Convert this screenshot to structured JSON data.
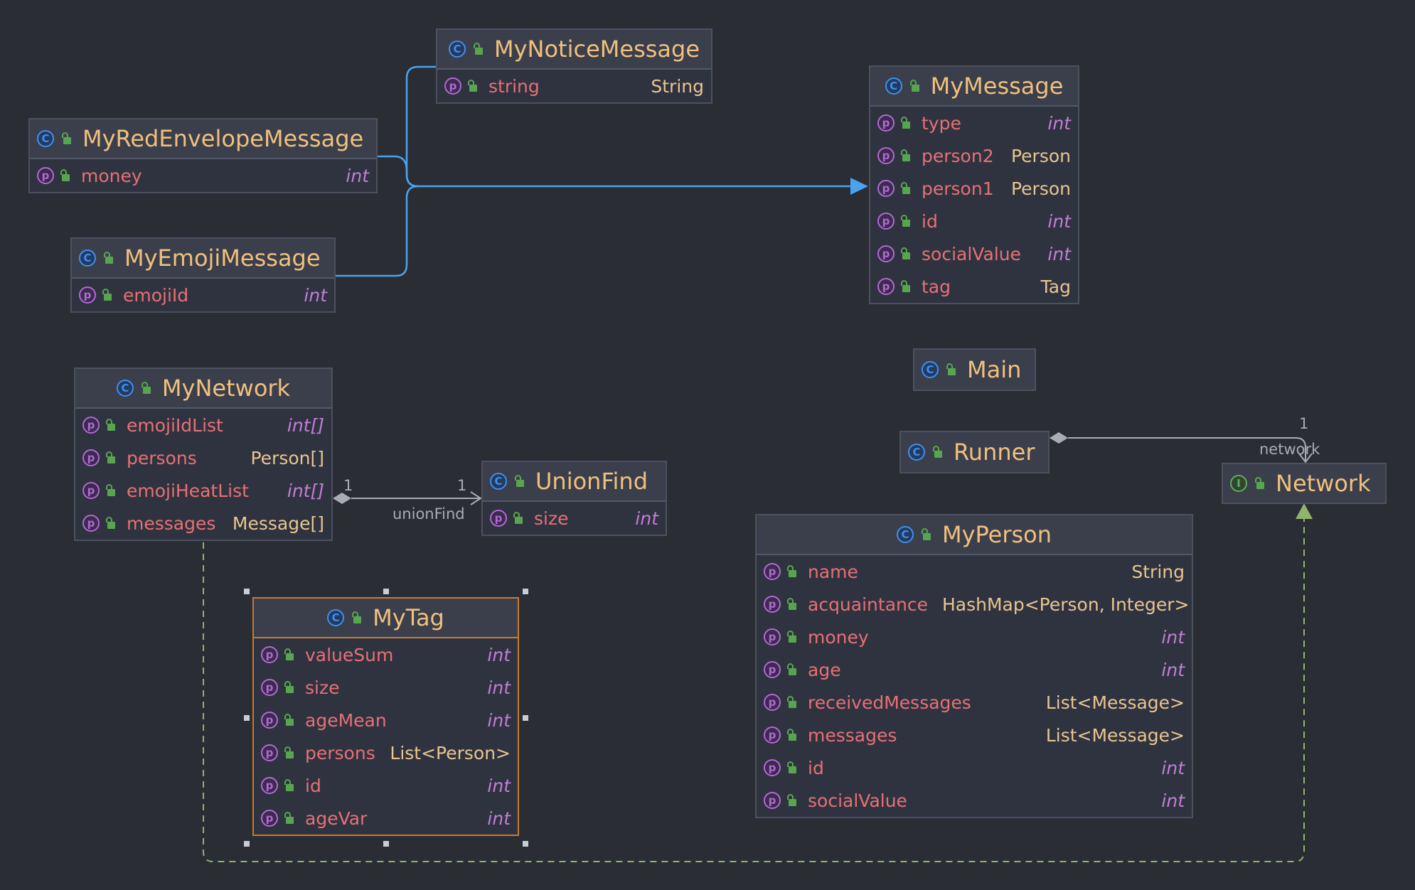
{
  "diagram": {
    "classes": [
      {
        "id": "MyNoticeMessage",
        "name": "MyNoticeMessage",
        "kind": "C",
        "fields": [
          {
            "name": "string",
            "type": "String"
          }
        ]
      },
      {
        "id": "MyMessage",
        "name": "MyMessage",
        "kind": "C",
        "fields": [
          {
            "name": "type",
            "type": "int"
          },
          {
            "name": "person2",
            "type": "Person"
          },
          {
            "name": "person1",
            "type": "Person"
          },
          {
            "name": "id",
            "type": "int"
          },
          {
            "name": "socialValue",
            "type": "int"
          },
          {
            "name": "tag",
            "type": "Tag"
          }
        ]
      },
      {
        "id": "MyRedEnvelopeMessage",
        "name": "MyRedEnvelopeMessage",
        "kind": "C",
        "fields": [
          {
            "name": "money",
            "type": "int"
          }
        ]
      },
      {
        "id": "MyEmojiMessage",
        "name": "MyEmojiMessage",
        "kind": "C",
        "fields": [
          {
            "name": "emojiId",
            "type": "int"
          }
        ]
      },
      {
        "id": "Main",
        "name": "Main",
        "kind": "C",
        "fields": []
      },
      {
        "id": "MyNetwork",
        "name": "MyNetwork",
        "kind": "C",
        "fields": [
          {
            "name": "emojiIdList",
            "type": "int[]"
          },
          {
            "name": "persons",
            "type": "Person[]"
          },
          {
            "name": "emojiHeatList",
            "type": "int[]"
          },
          {
            "name": "messages",
            "type": "Message[]"
          }
        ]
      },
      {
        "id": "Runner",
        "name": "Runner",
        "kind": "C",
        "fields": []
      },
      {
        "id": "UnionFind",
        "name": "UnionFind",
        "kind": "C",
        "fields": [
          {
            "name": "size",
            "type": "int"
          }
        ]
      },
      {
        "id": "Network",
        "name": "Network",
        "kind": "I",
        "fields": []
      },
      {
        "id": "MyPerson",
        "name": "MyPerson",
        "kind": "C",
        "fields": [
          {
            "name": "name",
            "type": "String"
          },
          {
            "name": "acquaintance",
            "type": "HashMap<Person, Integer>"
          },
          {
            "name": "money",
            "type": "int"
          },
          {
            "name": "age",
            "type": "int"
          },
          {
            "name": "receivedMessages",
            "type": "List<Message>"
          },
          {
            "name": "messages",
            "type": "List<Message>"
          },
          {
            "name": "id",
            "type": "int"
          },
          {
            "name": "socialValue",
            "type": "int"
          }
        ]
      },
      {
        "id": "MyTag",
        "name": "MyTag",
        "kind": "C",
        "fields": [
          {
            "name": "valueSum",
            "type": "int"
          },
          {
            "name": "size",
            "type": "int"
          },
          {
            "name": "ageMean",
            "type": "int"
          },
          {
            "name": "persons",
            "type": "List<Person>"
          },
          {
            "name": "id",
            "type": "int"
          },
          {
            "name": "ageVar",
            "type": "int"
          }
        ]
      }
    ],
    "edge_labels": {
      "mynetwork_mult": "1",
      "unionfind_mult": "1",
      "unionfind_role": "unionFind",
      "network_mult": "1",
      "network_role": "network"
    },
    "colors": {
      "background": "#2b2d35",
      "class_name": "#f0c07d",
      "field_name": "#e77074",
      "primitive_type": "#c27ed5",
      "ref_type": "#e8c58f",
      "inheritance_edge": "#4aa3ef",
      "realization_edge": "#8fb56a",
      "association_edge": "#a9acb3",
      "selection_border": "#c57a35"
    }
  }
}
